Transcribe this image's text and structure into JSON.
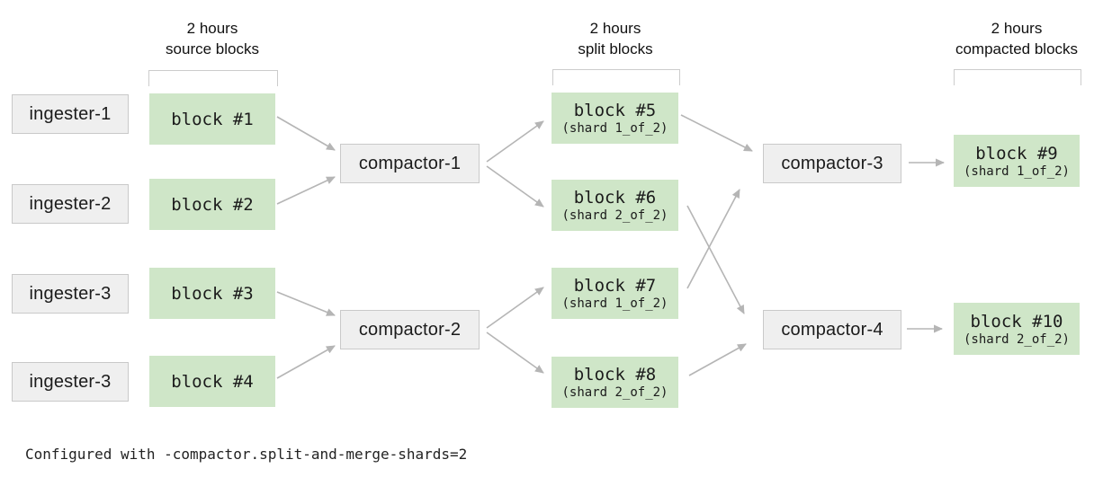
{
  "colors": {
    "block_fill": "#cfe6c8",
    "box_fill": "#efefef",
    "box_border": "#c9c9c9",
    "arrow": "#b5b5b5",
    "bracket": "#cccccc"
  },
  "headers": {
    "source": {
      "line1": "2 hours",
      "line2": "source blocks"
    },
    "split": {
      "line1": "2 hours",
      "line2": "split blocks"
    },
    "compacted": {
      "line1": "2 hours",
      "line2": "compacted blocks"
    }
  },
  "ingesters": [
    {
      "label": "ingester-1"
    },
    {
      "label": "ingester-2"
    },
    {
      "label": "ingester-3"
    },
    {
      "label": "ingester-3"
    }
  ],
  "source_blocks": [
    {
      "label": "block #1"
    },
    {
      "label": "block #2"
    },
    {
      "label": "block #3"
    },
    {
      "label": "block #4"
    }
  ],
  "split_compactors": [
    {
      "label": "compactor-1"
    },
    {
      "label": "compactor-2"
    }
  ],
  "split_blocks": [
    {
      "label": "block #5",
      "shard": "(shard 1_of_2)"
    },
    {
      "label": "block #6",
      "shard": "(shard 2_of_2)"
    },
    {
      "label": "block #7",
      "shard": "(shard 1_of_2)"
    },
    {
      "label": "block #8",
      "shard": "(shard 2_of_2)"
    }
  ],
  "merge_compactors": [
    {
      "label": "compactor-3"
    },
    {
      "label": "compactor-4"
    }
  ],
  "compacted_blocks": [
    {
      "label": "block #9",
      "shard": "(shard 1_of_2)"
    },
    {
      "label": "block #10",
      "shard": "(shard 2_of_2)"
    }
  ],
  "footer": {
    "text": "Configured with -compactor.split-and-merge-shards=2"
  }
}
